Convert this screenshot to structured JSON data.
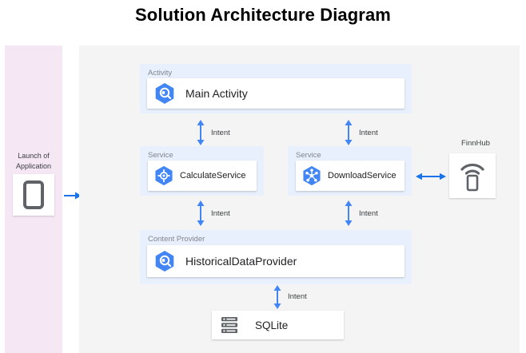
{
  "title": "Solution Architecture Diagram",
  "launch": {
    "label": "Launch of\nApplication",
    "label_line1": "Launch of",
    "label_line2": "Application",
    "icon": "mobile-phone-icon",
    "panel_color": "#f6e7f5"
  },
  "main_panel": {
    "background_color": "#f4f4f4"
  },
  "groups": [
    {
      "id": "activity",
      "label": "Activity"
    },
    {
      "id": "service_left",
      "label": "Service"
    },
    {
      "id": "service_right",
      "label": "Service"
    },
    {
      "id": "content_provider",
      "label": "Content Provider"
    }
  ],
  "nodes": [
    {
      "id": "main_activity",
      "label": "Main Activity",
      "icon": "hexagon-magnifier-icon",
      "icon_color": "#4285f4"
    },
    {
      "id": "calculate",
      "label": "CalculateService",
      "icon": "hexagon-gear-icon",
      "icon_color": "#4285f4"
    },
    {
      "id": "download",
      "label": "DownloadService",
      "icon": "hexagon-cluster-icon",
      "icon_color": "#4285f4"
    },
    {
      "id": "provider",
      "label": "HistoricalDataProvider",
      "icon": "hexagon-magnifier-icon",
      "icon_color": "#4285f4"
    },
    {
      "id": "sqlite",
      "label": "SQLite",
      "icon": "database-stack-icon",
      "icon_color": "#5f6368"
    }
  ],
  "external": {
    "label": "FinnHub",
    "icon": "wireless-device-icon"
  },
  "arrows": [
    {
      "id": "launch_to_app",
      "label": "",
      "direction": "right",
      "color": "#1a73e8"
    },
    {
      "id": "activity_calculate",
      "label": "Intent",
      "direction": "vertical-both",
      "color": "#4285f4"
    },
    {
      "id": "activity_download",
      "label": "Intent",
      "direction": "vertical-both",
      "color": "#4285f4"
    },
    {
      "id": "calculate_provider",
      "label": "Intent",
      "direction": "vertical-both",
      "color": "#4285f4"
    },
    {
      "id": "download_provider",
      "label": "Intent",
      "direction": "vertical-both",
      "color": "#4285f4"
    },
    {
      "id": "provider_sqlite",
      "label": "Intent",
      "direction": "vertical-both",
      "color": "#4285f4"
    },
    {
      "id": "download_finnhub",
      "label": "",
      "direction": "horizontal-both",
      "color": "#1a73e8"
    }
  ],
  "colors": {
    "accent_blue": "#4285f4",
    "arrow_blue": "#1a73e8",
    "group_blue": "#e8f0fe",
    "panel_gray": "#f4f4f4",
    "panel_pink": "#f6e7f5",
    "label_gray": "#80868b",
    "icon_gray": "#5f6368"
  }
}
